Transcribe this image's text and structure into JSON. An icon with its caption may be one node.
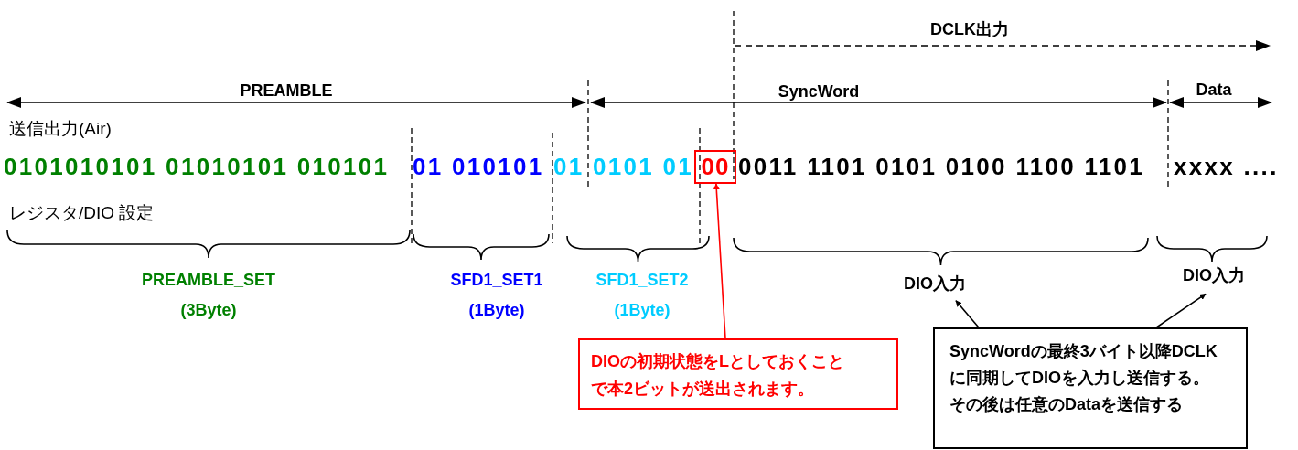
{
  "diagram": {
    "nodes": [
      {
        "text": [
          "00"
        ]
      },
      {
        "text": [
          "DIOの初期状態をLとしておくことで本2ビットが送出されます。"
        ]
      },
      {
        "text": [
          "DIO入力"
        ]
      },
      {
        "text": [
          "DIO入力"
        ]
      },
      {
        "text": [
          "SyncWordの最終3バイト以降DCLKに同期してDIOを入力し送信する。その後は任意のDataを送信する"
        ]
      }
    ],
    "edges": [
      {
        "from": 1,
        "to": 0,
        "arrow": "to",
        "color": "#ff0000"
      },
      {
        "from": 4,
        "to": 2,
        "arrow": "to"
      },
      {
        "from": 4,
        "to": 3,
        "arrow": "to"
      }
    ],
    "labels": [
      "DCLK出力",
      "PREAMBLE",
      "SyncWord",
      "Data",
      "送信出力(Air)",
      "0101010101 01010101 010101",
      "01 010101",
      "01 0101 01",
      "0011 1101 0101 0100 1100 1101",
      "xxxx ....",
      "レジスタ/DIO 設定",
      "PREAMBLE_SET",
      "(3Byte)",
      "SFD1_SET1",
      "(1Byte)",
      "SFD1_SET2",
      "(1Byte)"
    ]
  }
}
